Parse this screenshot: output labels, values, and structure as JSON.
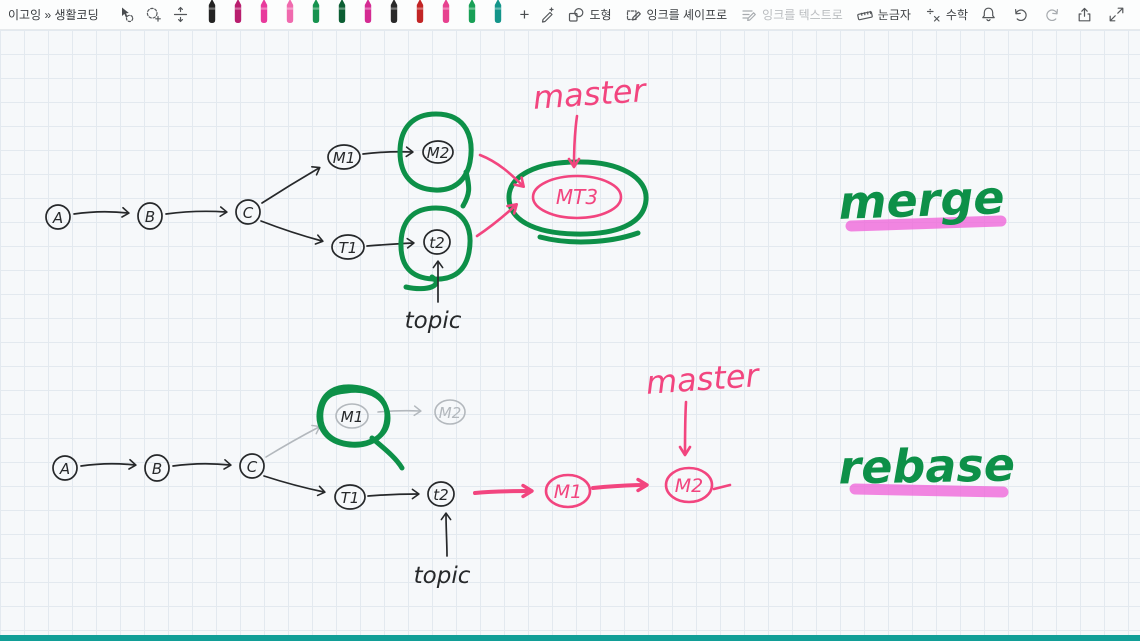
{
  "titlebar": {
    "breadcrumb": "이고잉 » 생활코딩"
  },
  "toolbar": {
    "pen_colors": [
      "#232323",
      "#b81e6e",
      "#e83a9c",
      "#f06aae",
      "#17934f",
      "#0b5e33",
      "#d42b92",
      "#2a2a2a",
      "#c22525",
      "#e7418f",
      "#18a056",
      "#13958a",
      "#7a3bd0"
    ],
    "add_pen": "+",
    "shapes": "도형",
    "ink_to_shape": "잉크를 셰이프로",
    "ink_to_text": "잉크를 텍스트로",
    "ruler": "눈금자",
    "math": "수학"
  },
  "canvas": {
    "merge": {
      "a": "A",
      "b": "B",
      "c": "C",
      "m1": "M1",
      "m2": "M2",
      "t1": "T1",
      "t2": "t2",
      "mt3": "MT3",
      "master": "master",
      "topic": "topic",
      "title": "merge"
    },
    "rebase": {
      "a": "A",
      "b": "B",
      "c": "C",
      "m1": "M1",
      "m2": "M2",
      "t1": "T1",
      "t2": "t2",
      "new_m1": "M1",
      "new_m2": "M2",
      "master": "master",
      "topic": "topic",
      "title": "rebase"
    },
    "ink_colors": {
      "black": "#26282a",
      "green": "#0d9048",
      "pink": "#f2457f",
      "highlight": "#ef5fd8",
      "gray": "#b3b8bd",
      "bottom_bar": "#119e97"
    }
  }
}
